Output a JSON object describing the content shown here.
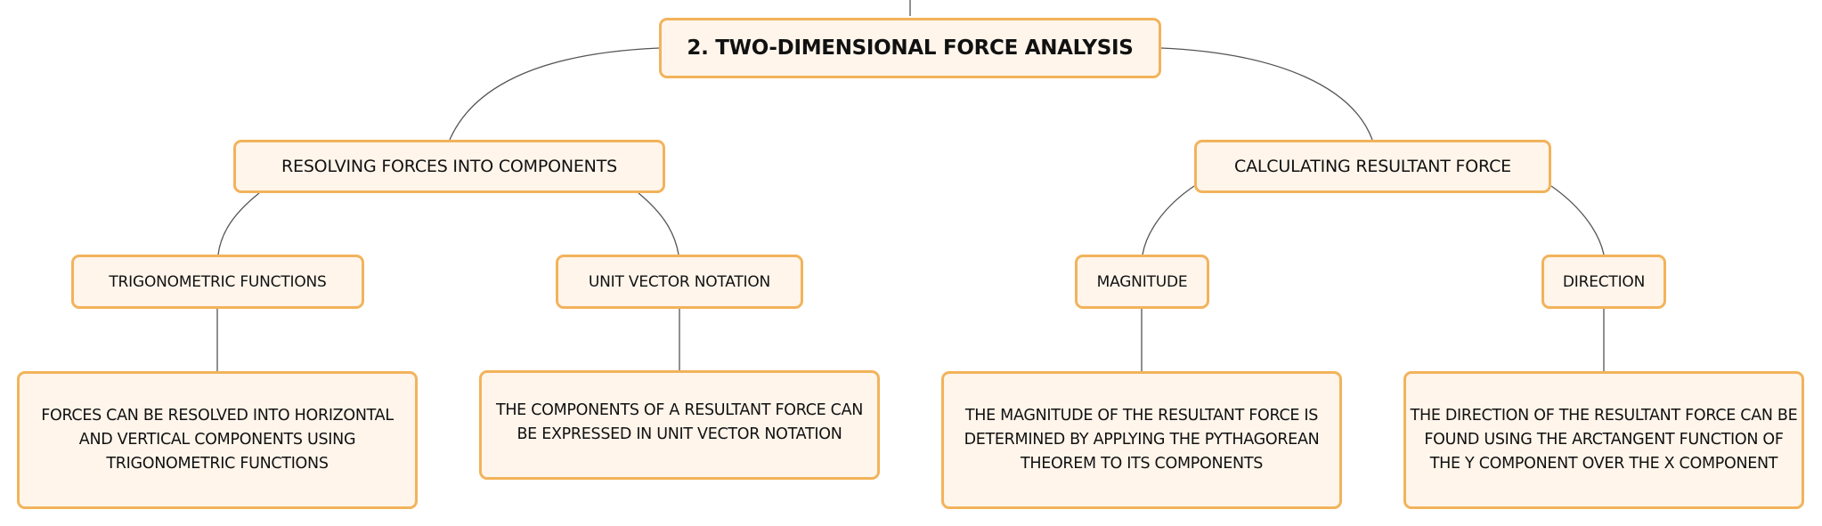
{
  "diagram": {
    "root": {
      "label": "2. TWO-DIMENSIONAL FORCE ANALYSIS"
    },
    "branches": [
      {
        "label": "RESOLVING FORCES INTO COMPONENTS",
        "children": [
          {
            "label": "TRIGONOMETRIC FUNCTIONS",
            "detail": "FORCES CAN BE RESOLVED INTO HORIZONTAL AND VERTICAL COMPONENTS USING TRIGONOMETRIC FUNCTIONS"
          },
          {
            "label": "UNIT VECTOR NOTATION",
            "detail": "THE COMPONENTS OF A RESULTANT FORCE CAN BE EXPRESSED IN UNIT VECTOR NOTATION"
          }
        ]
      },
      {
        "label": "CALCULATING RESULTANT FORCE",
        "children": [
          {
            "label": "MAGNITUDE",
            "detail": "THE MAGNITUDE OF THE RESULTANT FORCE IS DETERMINED BY APPLYING THE PYTHAGOREAN THEOREM TO ITS COMPONENTS"
          },
          {
            "label": "DIRECTION",
            "detail": "THE DIRECTION OF THE RESULTANT FORCE CAN BE FOUND USING THE ARCTANGENT FUNCTION OF THE Y COMPONENT OVER THE X COMPONENT"
          }
        ]
      }
    ]
  },
  "colors": {
    "node_fill": "#fff5eb",
    "node_border": "#f2b35b",
    "connector": "#555555",
    "text": "#111111"
  }
}
